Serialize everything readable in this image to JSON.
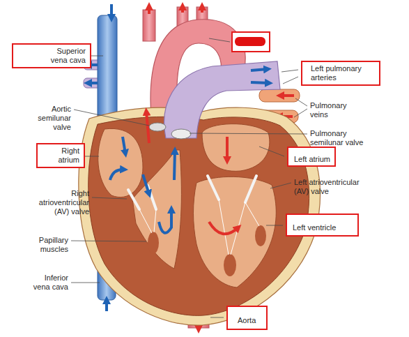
{
  "diagram": {
    "nodes": [
      {
        "text": [
          "Superior vena cava"
        ]
      },
      {
        "text": [
          "Left pulmonary arteries"
        ]
      },
      {
        "text": [
          "Right atrium"
        ]
      },
      {
        "text": [
          "Left atrium"
        ]
      },
      {
        "text": [
          "Left ventricle"
        ]
      },
      {
        "text": [
          "Aorta"
        ]
      }
    ],
    "labels": [
      "Aortic semilunar valve",
      "Pulmonary veins",
      "Pulmonary semilunar valve",
      "Right atrioventricular (AV) valve",
      "Left atrioventricular (AV) valve",
      "Papillary muscles",
      "Inferior vena cava"
    ]
  }
}
